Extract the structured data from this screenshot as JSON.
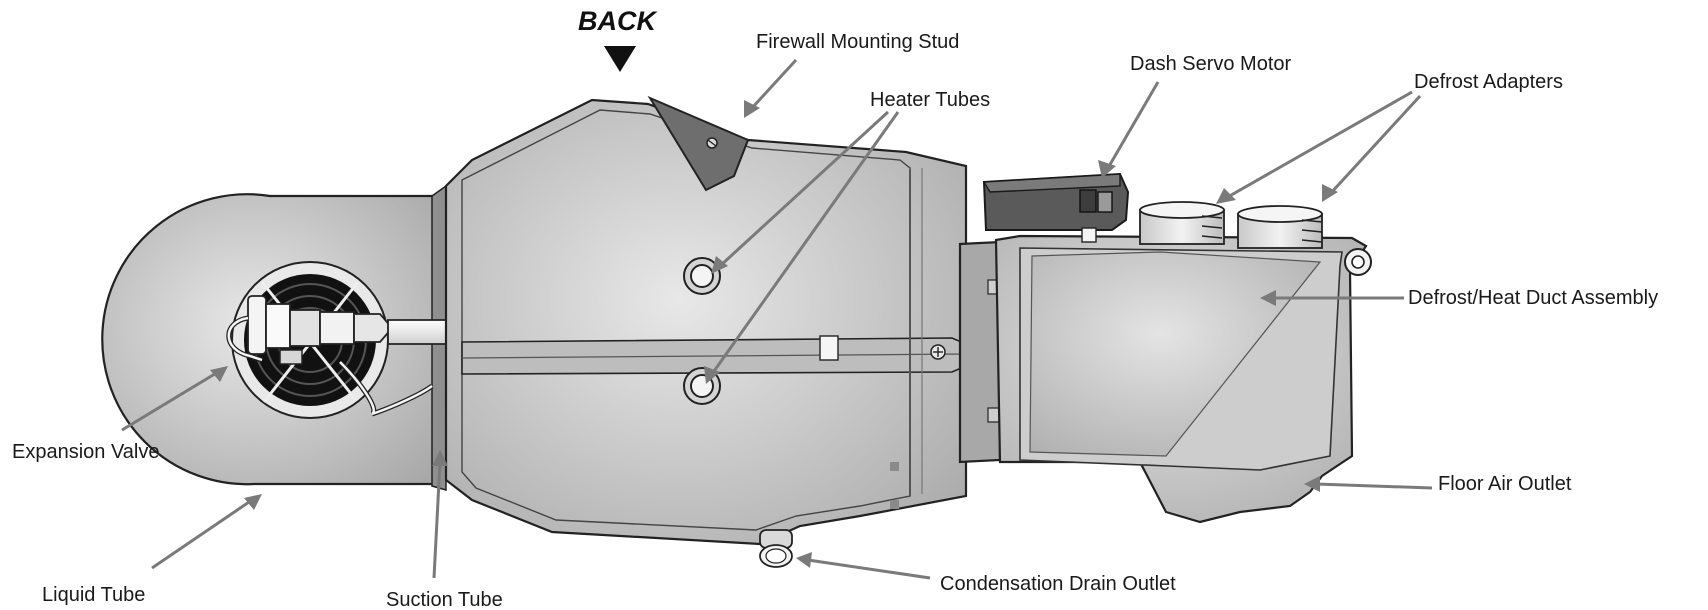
{
  "direction_label": "BACK",
  "labels": {
    "firewall_mounting_stud": "Firewall Mounting Stud",
    "heater_tubes": "Heater Tubes",
    "dash_servo_motor": "Dash Servo Motor",
    "defrost_adapters": "Defrost Adapters",
    "defrost_heat_duct_assembly": "Defrost/Heat Duct Assembly",
    "floor_air_outlet": "Floor Air Outlet",
    "condensation_drain_outlet": "Condensation Drain Outlet",
    "expansion_valve": "Expansion Valve",
    "liquid_tube": "Liquid Tube",
    "suction_tube": "Suction Tube"
  },
  "colors": {
    "body_light": "#e6e6e6",
    "body_dark": "#a9a9a9",
    "leader": "#7a7a7a",
    "servo": "#4a4a4a"
  }
}
